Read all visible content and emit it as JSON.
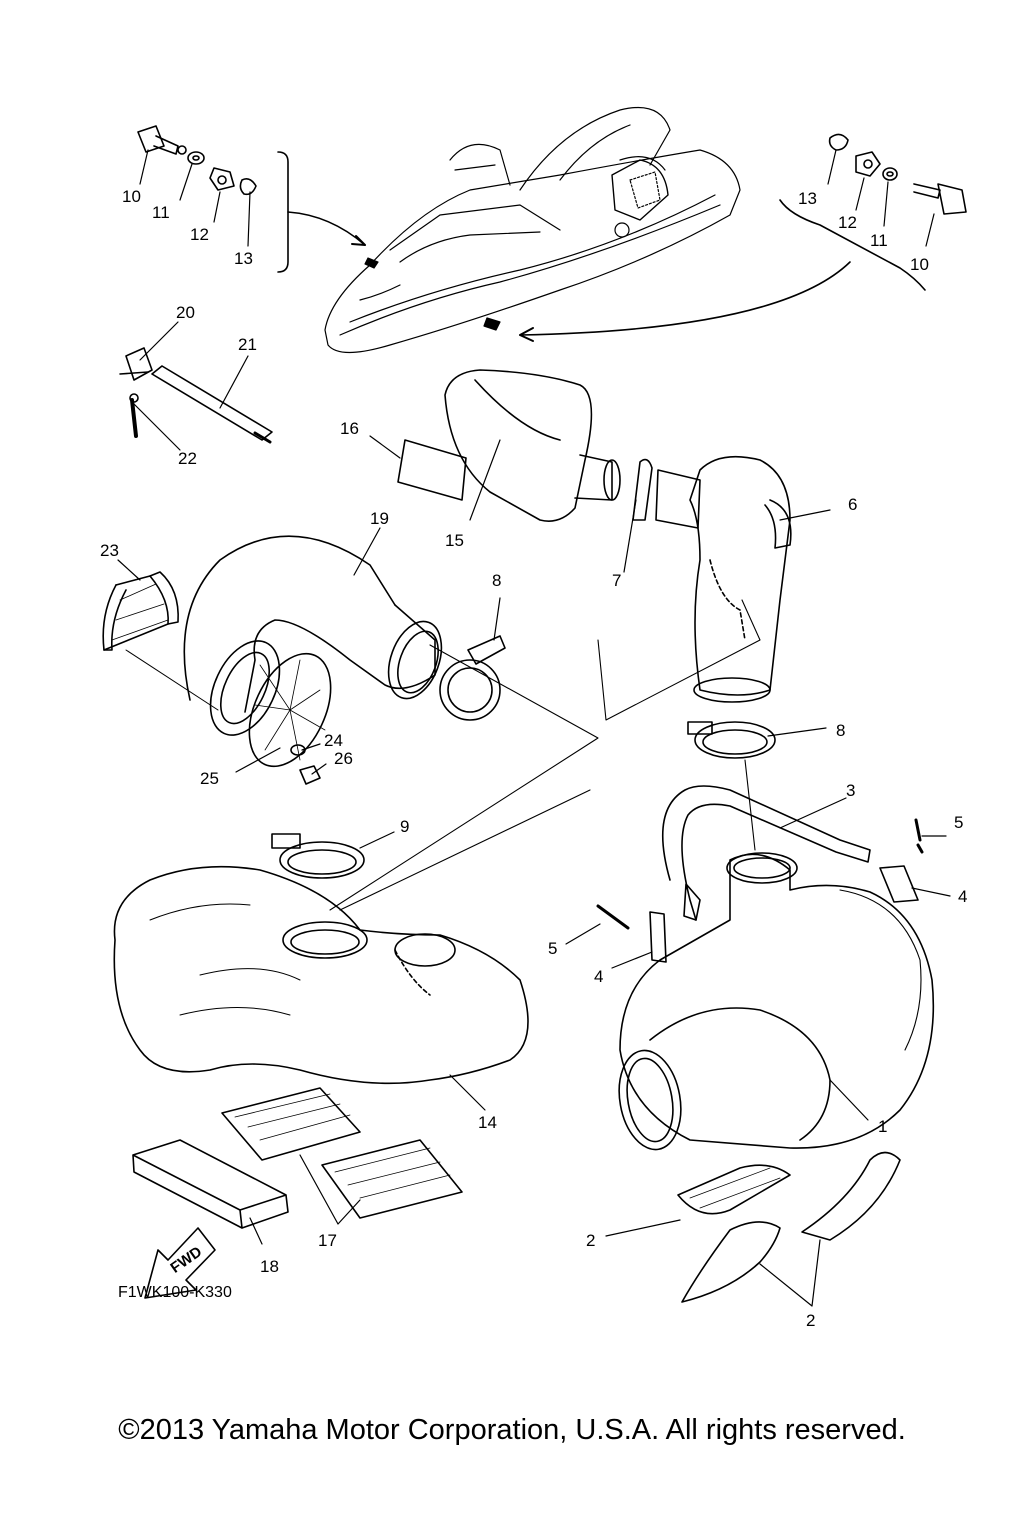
{
  "diagram_code": "F1WK100-K330",
  "direction_label": "FWD",
  "copyright": "©2013 Yamaha Motor Corporation, U.S.A. All rights reserved.",
  "callouts": {
    "c1": "1",
    "c2a": "2",
    "c2b": "2",
    "c3": "3",
    "c4a": "4",
    "c4b": "4",
    "c5a": "5",
    "c5b": "5",
    "c6": "6",
    "c7": "7",
    "c8a": "8",
    "c8b": "8",
    "c9": "9",
    "c10a": "10",
    "c10b": "10",
    "c11a": "11",
    "c11b": "11",
    "c12a": "12",
    "c12b": "12",
    "c13a": "13",
    "c13b": "13",
    "c14": "14",
    "c15": "15",
    "c16": "16",
    "c17": "17",
    "c18": "18",
    "c19": "19",
    "c20": "20",
    "c21": "21",
    "c22": "22",
    "c23": "23",
    "c24": "24",
    "c25": "25",
    "c26": "26"
  }
}
